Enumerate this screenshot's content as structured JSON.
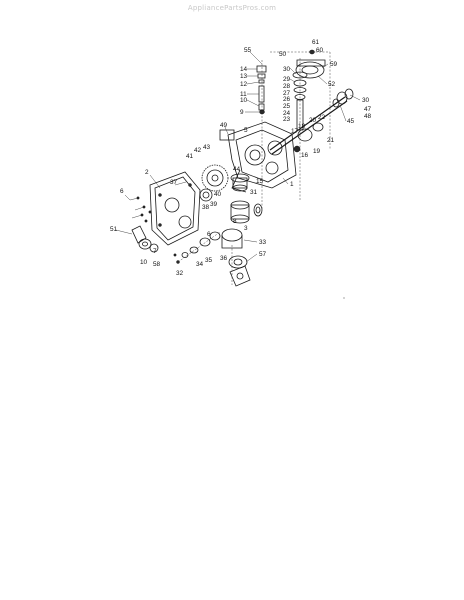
{
  "watermark": "AppliancePartsPros.com",
  "callouts": [
    "61",
    "60",
    "55",
    "50",
    "30",
    "14",
    "13",
    "12",
    "11",
    "10",
    "59",
    "29",
    "28",
    "27",
    "26",
    "25",
    "24",
    "23",
    "52",
    "9",
    "30",
    "47",
    "48",
    "45",
    "22",
    "20",
    "18",
    "17",
    "16",
    "19",
    "21",
    "49",
    "5",
    "43",
    "42",
    "41",
    "44",
    "15",
    "1",
    "2",
    "37",
    "40",
    "39",
    "38",
    "6",
    "31",
    "3",
    "8",
    "33",
    "36",
    "35",
    "34",
    "32",
    "51",
    "7",
    "10",
    "58",
    "6",
    "57"
  ]
}
